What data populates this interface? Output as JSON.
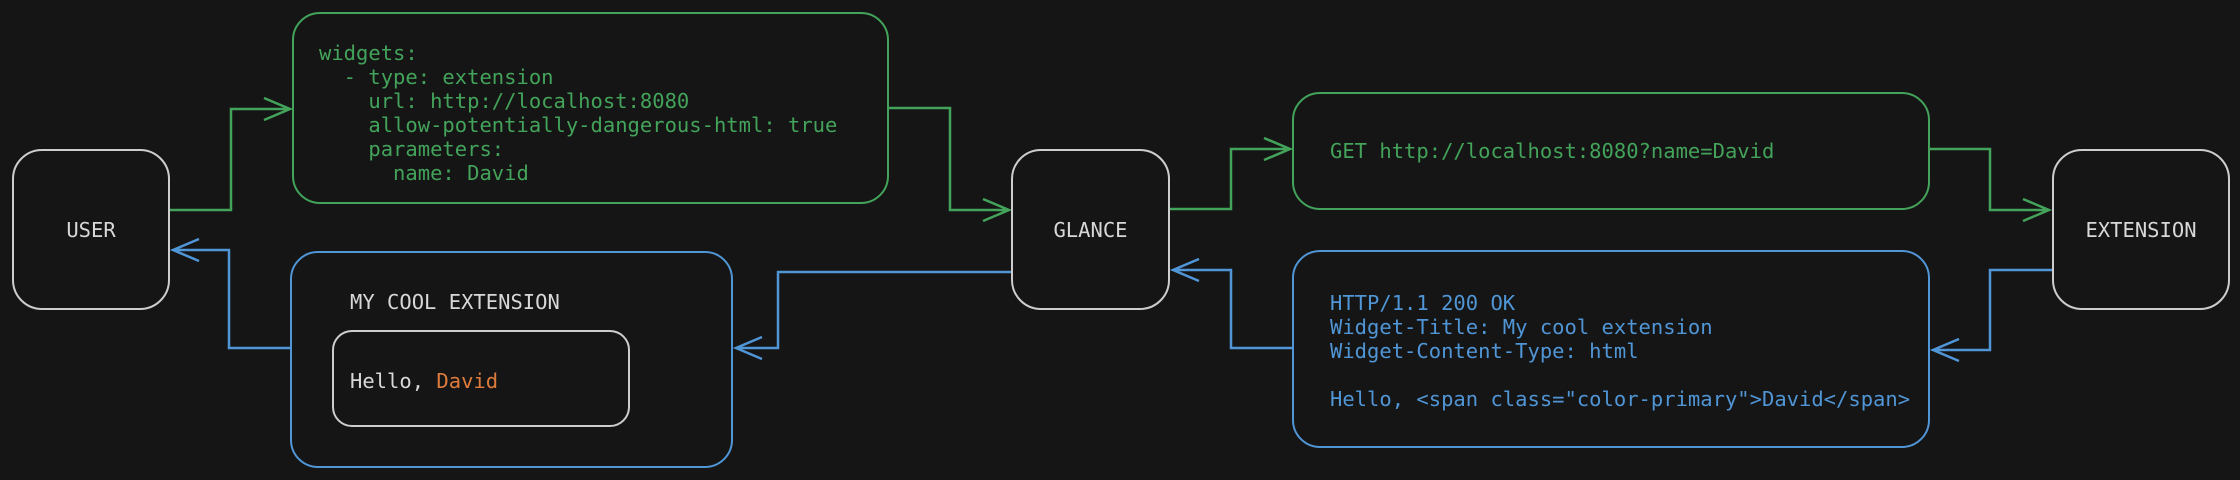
{
  "colors": {
    "background": "#151515",
    "green": "#43a35a",
    "blue": "#5095d5",
    "orange": "#dd7b3d",
    "gray-border": "#cdcdcd",
    "gray-text": "#d8d8d8"
  },
  "nodes": {
    "user": {
      "label": "USER"
    },
    "glance": {
      "label": "GLANCE"
    },
    "extension": {
      "label": "EXTENSION"
    }
  },
  "config_box": {
    "code": "widgets:\n  - type: extension\n    url: http://localhost:8080\n    allow-potentially-dangerous-html: true\n    parameters:\n      name: David"
  },
  "request_box": {
    "code": "GET http://localhost:8080?name=David"
  },
  "response_box": {
    "code": "HTTP/1.1 200 OK\nWidget-Title: My cool extension\nWidget-Content-Type: html\n\nHello, <span class=\"color-primary\">David</span>"
  },
  "widget_box": {
    "title": "MY COOL EXTENSION",
    "greeting_prefix": "Hello, ",
    "greeting_name": "David"
  }
}
